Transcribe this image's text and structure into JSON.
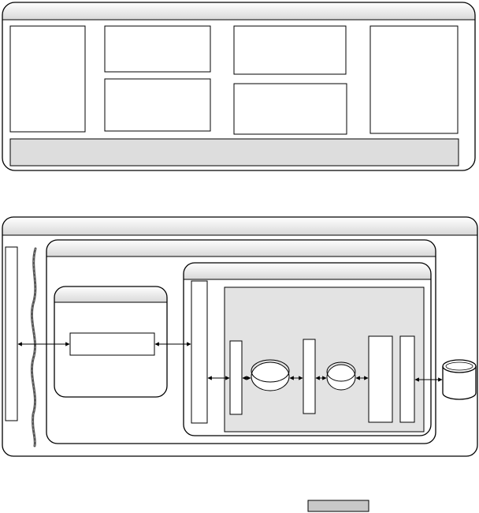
{
  "diagram": {
    "type": "block-diagram",
    "colors": {
      "stroke": "#000000",
      "header_gradient_top": "#ffffff",
      "header_gradient_bottom": "#d8d8d8",
      "footer_bar": "#dddddd",
      "shaded_region": "#e3e3e3",
      "legend_swatch": "#c8c8c8"
    },
    "top_panel": {
      "title": "",
      "boxes": [
        "",
        "",
        "",
        "",
        "",
        ""
      ],
      "footer": ""
    },
    "bottom_panel": {
      "title": "",
      "outer_container": "",
      "inner_container": "",
      "left_box": "",
      "wavy_boundary": "",
      "small_container": "",
      "small_container_box": "",
      "tall_bar": "",
      "shaded_components": [
        "",
        "",
        "",
        "",
        "",
        ""
      ],
      "database": ""
    },
    "connections": [
      {
        "from": "left-bar",
        "to": "small-box",
        "style": "bidirectional-arrow"
      },
      {
        "from": "small-box",
        "to": "tall-bar",
        "style": "bidirectional-arrow"
      },
      {
        "from": "tall-bar",
        "to": "component-1",
        "style": "bidirectional-arrow"
      },
      {
        "from": "component-1",
        "to": "ellipse-1",
        "style": "bidirectional-arrow"
      },
      {
        "from": "ellipse-1",
        "to": "component-2",
        "style": "bidirectional-arrow"
      },
      {
        "from": "component-2",
        "to": "ellipse-2",
        "style": "bidirectional-arrow"
      },
      {
        "from": "ellipse-2",
        "to": "component-3",
        "style": "bidirectional-arrow"
      },
      {
        "from": "component-3",
        "to": "database",
        "style": "bidirectional-arrow"
      }
    ],
    "legend": {
      "label": ""
    }
  }
}
